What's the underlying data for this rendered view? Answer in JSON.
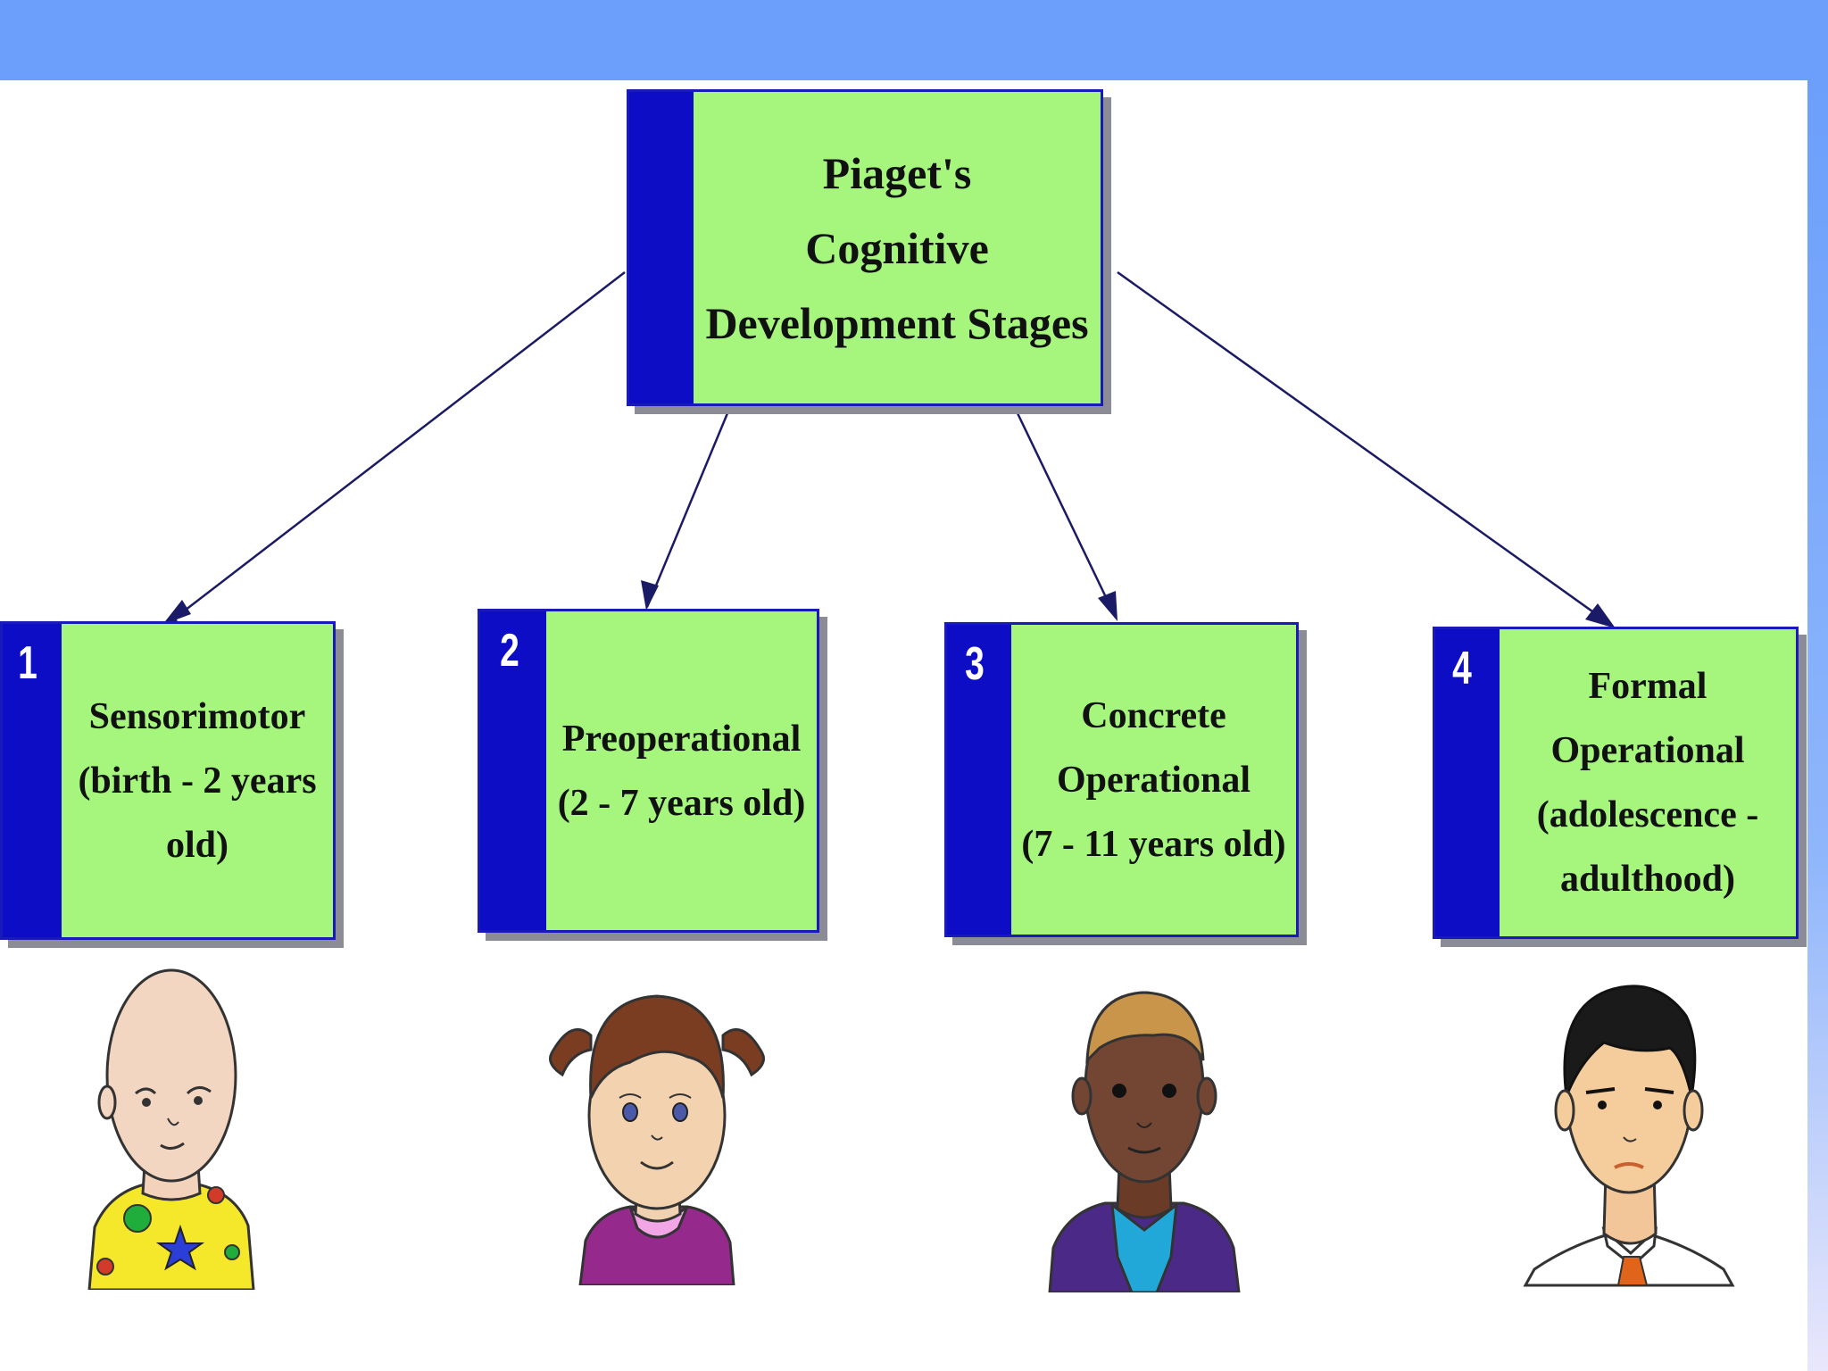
{
  "diagram": {
    "root": {
      "lines": [
        "Piaget's",
        "Cognitive",
        "Development Stages"
      ]
    },
    "stages": [
      {
        "number": "1",
        "lines": [
          "Sensorimotor",
          "(birth - 2 years",
          "old)"
        ]
      },
      {
        "number": "2",
        "lines": [
          "Preoperational",
          "(2 - 7 years old)"
        ]
      },
      {
        "number": "3",
        "lines": [
          "Concrete",
          "Operational",
          "(7 - 11 years old)"
        ]
      },
      {
        "number": "4",
        "lines": [
          "Formal Operational",
          "(adolescence -",
          "adulthood)"
        ]
      }
    ],
    "illustrations": [
      "baby",
      "young-girl",
      "boy",
      "young-man"
    ]
  },
  "colors": {
    "header_band": "#6b9ffb",
    "box_fill": "#a6f57d",
    "box_accent": "#0d0dc6",
    "connector": "#1a1a66"
  }
}
